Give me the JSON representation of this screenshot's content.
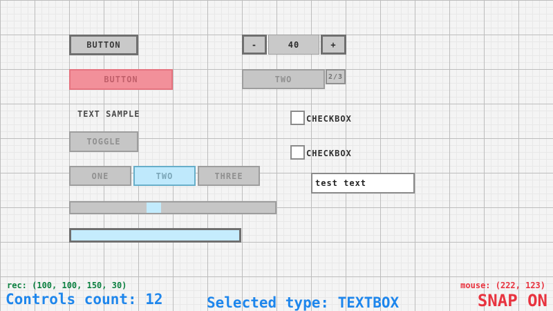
{
  "controls": {
    "button_main": {
      "label": "BUTTON"
    },
    "button_highlighted": {
      "label": "BUTTON"
    },
    "text_sample": {
      "label": "TEXT SAMPLE"
    },
    "toggle": {
      "label": "TOGGLE"
    },
    "tabs": {
      "items": [
        "ONE",
        "TWO",
        "THREE"
      ],
      "selected": "TWO"
    },
    "slider": {
      "value_percent": 37
    },
    "progressbar": {
      "fill_percent": 100
    },
    "stepper": {
      "minus_label": "-",
      "value": "40",
      "plus_label": "+"
    },
    "spinner": {
      "value": "TWO",
      "index_badge": "2/3"
    },
    "checkbox1": {
      "label": "CHECKBOX",
      "checked": false
    },
    "checkbox2": {
      "label": "CHECKBOX",
      "checked": false
    },
    "textbox": {
      "value": "test text"
    }
  },
  "status": {
    "rec": "rec: (100, 100, 150, 30)",
    "controls_count": "Controls count: 12",
    "selected_type": "Selected type: TEXTBOX",
    "mouse": "mouse: (222, 123)",
    "snap": "SNAP ON"
  },
  "colors": {
    "highlight_blue_fill": "#bfe9fc",
    "highlight_blue_border": "#67aec9",
    "selected_red_fill": "#f2909a",
    "selected_red_border": "#e5737f",
    "status_green": "#0b8040",
    "status_blue": "#1e86ec",
    "status_red": "#e8333f",
    "control_gray": "#c6c6c6",
    "control_border_dark": "#6f6f6f"
  }
}
